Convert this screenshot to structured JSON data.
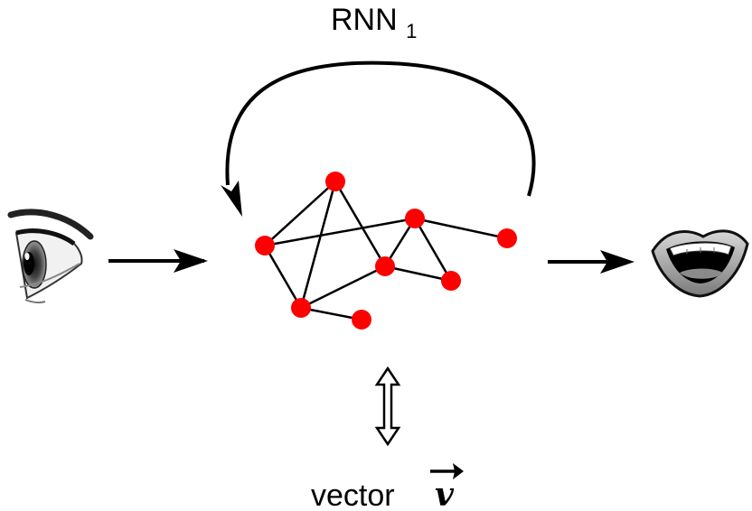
{
  "title": {
    "main": "RNN",
    "subscript": "1"
  },
  "vector_label": {
    "word": "vector",
    "symbol": "v"
  },
  "icons": {
    "input": "eye-icon",
    "output": "mouth-icon",
    "recurrence": "recurrent-loop-arrow",
    "equivalence": "double-vertical-arrow"
  },
  "colors": {
    "node": "#ff0000",
    "edge": "#000000",
    "arrow": "#000000"
  }
}
